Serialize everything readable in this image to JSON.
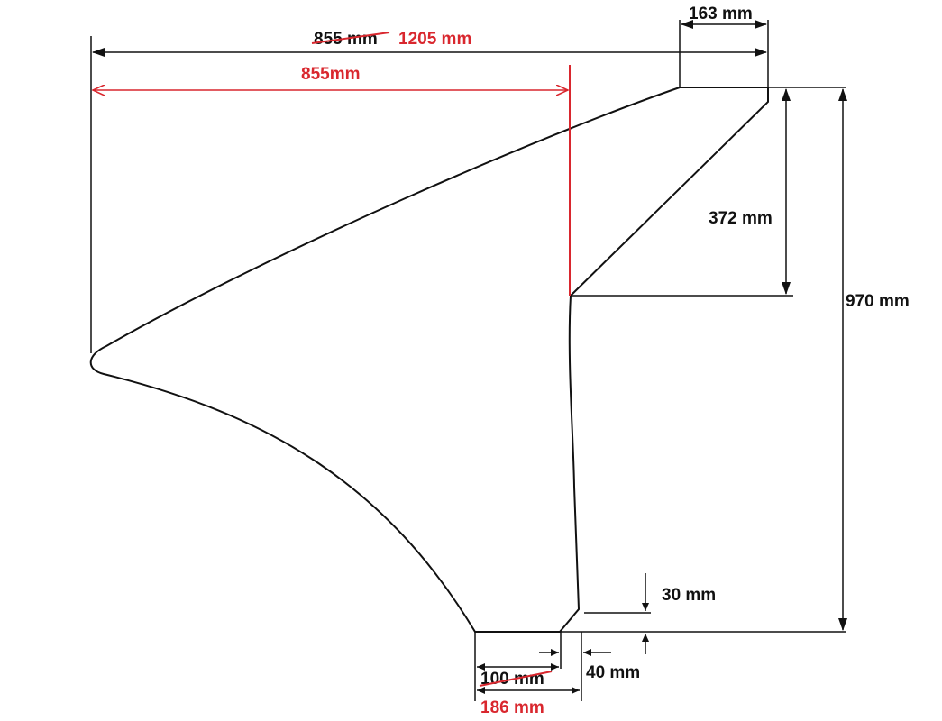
{
  "labels": {
    "overall_width_old": "855 mm",
    "overall_width_new": "1205 mm",
    "inner_width": "855mm",
    "top_edge": "163 mm",
    "right_upper_height": "372 mm",
    "total_height": "970 mm",
    "bottom_step": "30 mm",
    "bottom_offset": "40 mm",
    "bottom_width_old": "100 mm",
    "bottom_width_new": "186 mm"
  },
  "colors": {
    "outline": "#111111",
    "revision": "#d9272e",
    "background": "#ffffff"
  }
}
